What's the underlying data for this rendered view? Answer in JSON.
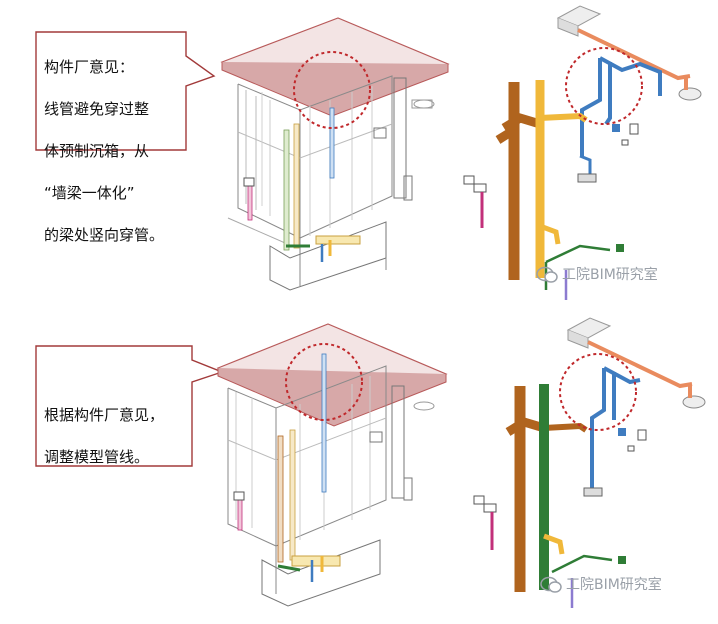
{
  "panels": [
    {
      "id": "top",
      "callout_lines": [
        "构件厂意见：",
        "线管避免穿过整",
        "体预制沉箱，从",
        "“墙梁一体化”",
        "的梁处竖向穿管。"
      ]
    },
    {
      "id": "bottom",
      "callout_lines": [
        "根据构件厂意见，",
        "调整模型管线。"
      ]
    }
  ],
  "watermark": {
    "text": "工院BIM研究室",
    "icon": "wechat-icon"
  },
  "colors": {
    "beam_red": "#b85a5a",
    "callout_border": "#a23a3a",
    "highlight_circle": "#c0282b",
    "pipe_orange": "#b0641e",
    "pipe_yellow": "#f0b83a",
    "pipe_green": "#2f7d36",
    "pipe_blue": "#3f7cc0",
    "pipe_salmon": "#e98b5e",
    "pipe_magenta": "#c2307a",
    "frame_gray": "#8a8a8a"
  }
}
